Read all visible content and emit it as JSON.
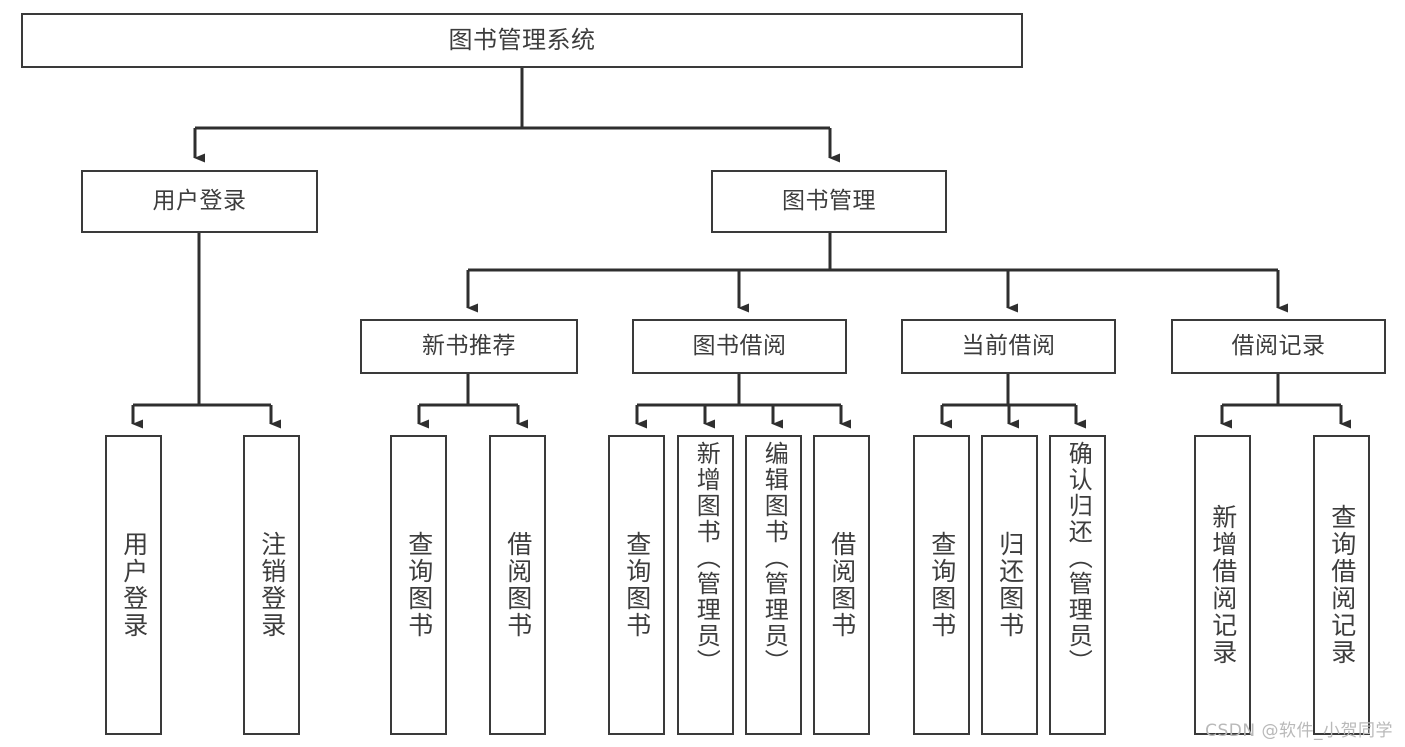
{
  "diagram": {
    "title": "图书管理系统",
    "type": "tree-hierarchy-chart",
    "watermark": "CSDN @软件_小贺同学",
    "colors": {
      "box_border": "#3a3a3a",
      "box_fill": "#ffffff",
      "connector": "#2f2f2f",
      "text": "#3d3d3d",
      "watermark": "#b9b9b9",
      "background": "#ffffff"
    },
    "root": {
      "label": "图书管理系统"
    },
    "level1": [
      {
        "label": "用户登录"
      },
      {
        "label": "图书管理"
      }
    ],
    "level2": [
      {
        "label": "新书推荐"
      },
      {
        "label": "图书借阅"
      },
      {
        "label": "当前借阅"
      },
      {
        "label": "借阅记录"
      }
    ],
    "leaves": {
      "user_login": [
        {
          "label": "用户登录"
        },
        {
          "label": "注销登录"
        }
      ],
      "new_book_recommend": [
        {
          "label": "查询图书"
        },
        {
          "label": "借阅图书"
        }
      ],
      "book_borrow": [
        {
          "label": "查询图书"
        },
        {
          "label": "新增图书（管理员）"
        },
        {
          "label": "编辑图书（管理员）"
        },
        {
          "label": "借阅图书"
        }
      ],
      "current_borrow": [
        {
          "label": "查询图书"
        },
        {
          "label": "归还图书"
        },
        {
          "label": "确认归还（管理员）"
        }
      ],
      "borrow_record": [
        {
          "label": "新增借阅记录"
        },
        {
          "label": "查询借阅记录"
        }
      ]
    }
  }
}
